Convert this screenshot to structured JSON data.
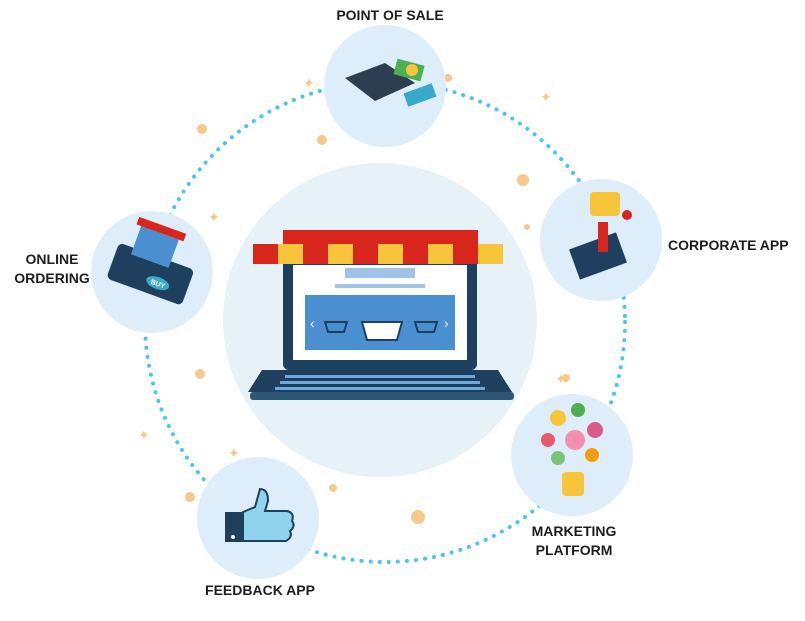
{
  "labels": {
    "point_of_sale": "POINT OF SALE",
    "corporate_app": "CORPORATE APP",
    "marketing_line1": "MARKETING",
    "marketing_line2": "PLATFORM",
    "feedback_app": "FEEDBACK APP",
    "online_line1": "ONLINE",
    "online_line2": "ORDERING"
  },
  "center": {
    "buy_badge": "BUY",
    "nav_left": "‹",
    "nav_right": "›"
  },
  "colors": {
    "ring": "#4cc3f1",
    "circle_bg": "#e6f1f8",
    "node_bg": "#ddeefa",
    "awning_red": "#d9261c",
    "awning_yellow": "#f6c53a",
    "laptop": "#1e3f5e",
    "screen_blue": "#4a8fd0",
    "sparkle": "#f6c98a"
  }
}
